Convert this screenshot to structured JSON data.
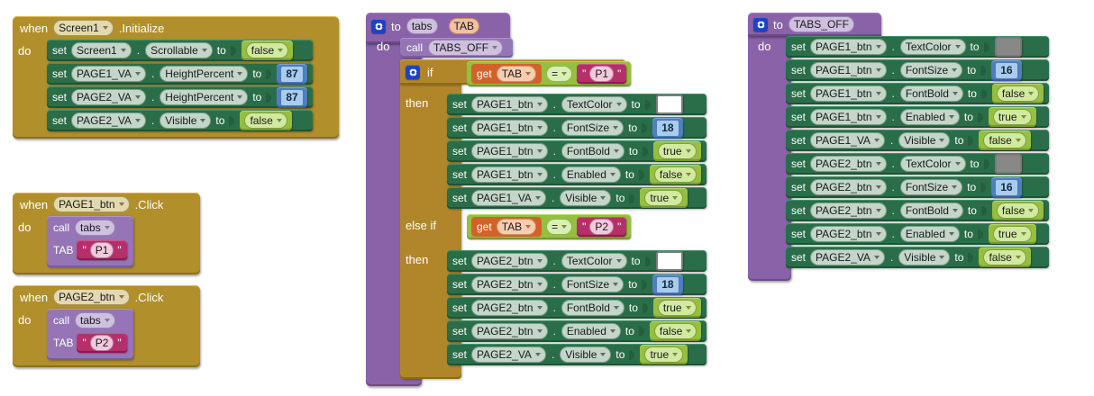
{
  "workspace": {
    "app": "MIT App Inventor Blocks Editor",
    "background": "#ffffff"
  },
  "palette": {
    "event_block": "#b18f2a",
    "control_block": "#b1862a",
    "procedure_block": "#8a62a8",
    "call_block": "#9575b5",
    "setter_block": "#2a6e49",
    "boolean_block": "#96bf3f",
    "number_block": "#4e7fc0",
    "text_block": "#b5306a",
    "variable_get_block": "#d2622a",
    "color_white": "#ffffff",
    "color_gray": "#888888",
    "mutator_icon": "#1b43c4"
  },
  "blocks": {
    "screen_init": {
      "keyword_when": "when",
      "component": "Screen1",
      "event": ".Initialize",
      "keyword_do": "do",
      "statements": [
        {
          "set": "set",
          "component": "Screen1",
          "dot": ".",
          "property": "Scrollable",
          "to": "to",
          "value_type": "boolean",
          "value": "false"
        },
        {
          "set": "set",
          "component": "PAGE1_VA",
          "dot": ".",
          "property": "HeightPercent",
          "to": "to",
          "value_type": "number",
          "value": "87"
        },
        {
          "set": "set",
          "component": "PAGE2_VA",
          "dot": ".",
          "property": "HeightPercent",
          "to": "to",
          "value_type": "number",
          "value": "87"
        },
        {
          "set": "set",
          "component": "PAGE2_VA",
          "dot": ".",
          "property": "Visible",
          "to": "to",
          "value_type": "boolean",
          "value": "false"
        }
      ]
    },
    "page1_click": {
      "keyword_when": "when",
      "component": "PAGE1_btn",
      "event": ".Click",
      "keyword_do": "do",
      "call": {
        "keyword": "call",
        "procedure": "tabs",
        "arg_label": "TAB",
        "arg_type": "text",
        "arg_value": "P1"
      }
    },
    "page2_click": {
      "keyword_when": "when",
      "component": "PAGE2_btn",
      "event": ".Click",
      "keyword_do": "do",
      "call": {
        "keyword": "call",
        "procedure": "tabs",
        "arg_label": "TAB",
        "arg_type": "text",
        "arg_value": "P2"
      }
    },
    "proc_tabs": {
      "keyword_to": "to",
      "name": "tabs",
      "param": "TAB",
      "keyword_do": "do",
      "call": {
        "keyword": "call",
        "procedure": "TABS_OFF"
      },
      "if_label": "if",
      "then_label": "then",
      "elseif_label": "else if",
      "then2_label": "then",
      "cond1": {
        "get": "get",
        "variable": "TAB",
        "operator": "=",
        "compare_to": "P1"
      },
      "cond2": {
        "get": "get",
        "variable": "TAB",
        "operator": "=",
        "compare_to": "P2"
      },
      "then1_statements": [
        {
          "set": "set",
          "component": "PAGE1_btn",
          "dot": ".",
          "property": "TextColor",
          "to": "to",
          "value_type": "color",
          "value": "#ffffff"
        },
        {
          "set": "set",
          "component": "PAGE1_btn",
          "dot": ".",
          "property": "FontSize",
          "to": "to",
          "value_type": "number",
          "value": "18"
        },
        {
          "set": "set",
          "component": "PAGE1_btn",
          "dot": ".",
          "property": "FontBold",
          "to": "to",
          "value_type": "boolean",
          "value": "true"
        },
        {
          "set": "set",
          "component": "PAGE1_btn",
          "dot": ".",
          "property": "Enabled",
          "to": "to",
          "value_type": "boolean",
          "value": "false"
        },
        {
          "set": "set",
          "component": "PAGE1_VA",
          "dot": ".",
          "property": "Visible",
          "to": "to",
          "value_type": "boolean",
          "value": "true"
        }
      ],
      "then2_statements": [
        {
          "set": "set",
          "component": "PAGE2_btn",
          "dot": ".",
          "property": "TextColor",
          "to": "to",
          "value_type": "color",
          "value": "#ffffff"
        },
        {
          "set": "set",
          "component": "PAGE2_btn",
          "dot": ".",
          "property": "FontSize",
          "to": "to",
          "value_type": "number",
          "value": "18"
        },
        {
          "set": "set",
          "component": "PAGE2_btn",
          "dot": ".",
          "property": "FontBold",
          "to": "to",
          "value_type": "boolean",
          "value": "true"
        },
        {
          "set": "set",
          "component": "PAGE2_btn",
          "dot": ".",
          "property": "Enabled",
          "to": "to",
          "value_type": "boolean",
          "value": "false"
        },
        {
          "set": "set",
          "component": "PAGE2_VA",
          "dot": ".",
          "property": "Visible",
          "to": "to",
          "value_type": "boolean",
          "value": "true"
        }
      ]
    },
    "proc_tabs_off": {
      "keyword_to": "to",
      "name": "TABS_OFF",
      "keyword_do": "do",
      "statements": [
        {
          "set": "set",
          "component": "PAGE1_btn",
          "dot": ".",
          "property": "TextColor",
          "to": "to",
          "value_type": "color",
          "value": "#888888"
        },
        {
          "set": "set",
          "component": "PAGE1_btn",
          "dot": ".",
          "property": "FontSize",
          "to": "to",
          "value_type": "number",
          "value": "16"
        },
        {
          "set": "set",
          "component": "PAGE1_btn",
          "dot": ".",
          "property": "FontBold",
          "to": "to",
          "value_type": "boolean",
          "value": "false"
        },
        {
          "set": "set",
          "component": "PAGE1_btn",
          "dot": ".",
          "property": "Enabled",
          "to": "to",
          "value_type": "boolean",
          "value": "true"
        },
        {
          "set": "set",
          "component": "PAGE1_VA",
          "dot": ".",
          "property": "Visible",
          "to": "to",
          "value_type": "boolean",
          "value": "false"
        },
        {
          "set": "set",
          "component": "PAGE2_btn",
          "dot": ".",
          "property": "TextColor",
          "to": "to",
          "value_type": "color",
          "value": "#888888"
        },
        {
          "set": "set",
          "component": "PAGE2_btn",
          "dot": ".",
          "property": "FontSize",
          "to": "to",
          "value_type": "number",
          "value": "16"
        },
        {
          "set": "set",
          "component": "PAGE2_btn",
          "dot": ".",
          "property": "FontBold",
          "to": "to",
          "value_type": "boolean",
          "value": "false"
        },
        {
          "set": "set",
          "component": "PAGE2_btn",
          "dot": ".",
          "property": "Enabled",
          "to": "to",
          "value_type": "boolean",
          "value": "true"
        },
        {
          "set": "set",
          "component": "PAGE2_VA",
          "dot": ".",
          "property": "Visible",
          "to": "to",
          "value_type": "boolean",
          "value": "false"
        }
      ]
    }
  }
}
